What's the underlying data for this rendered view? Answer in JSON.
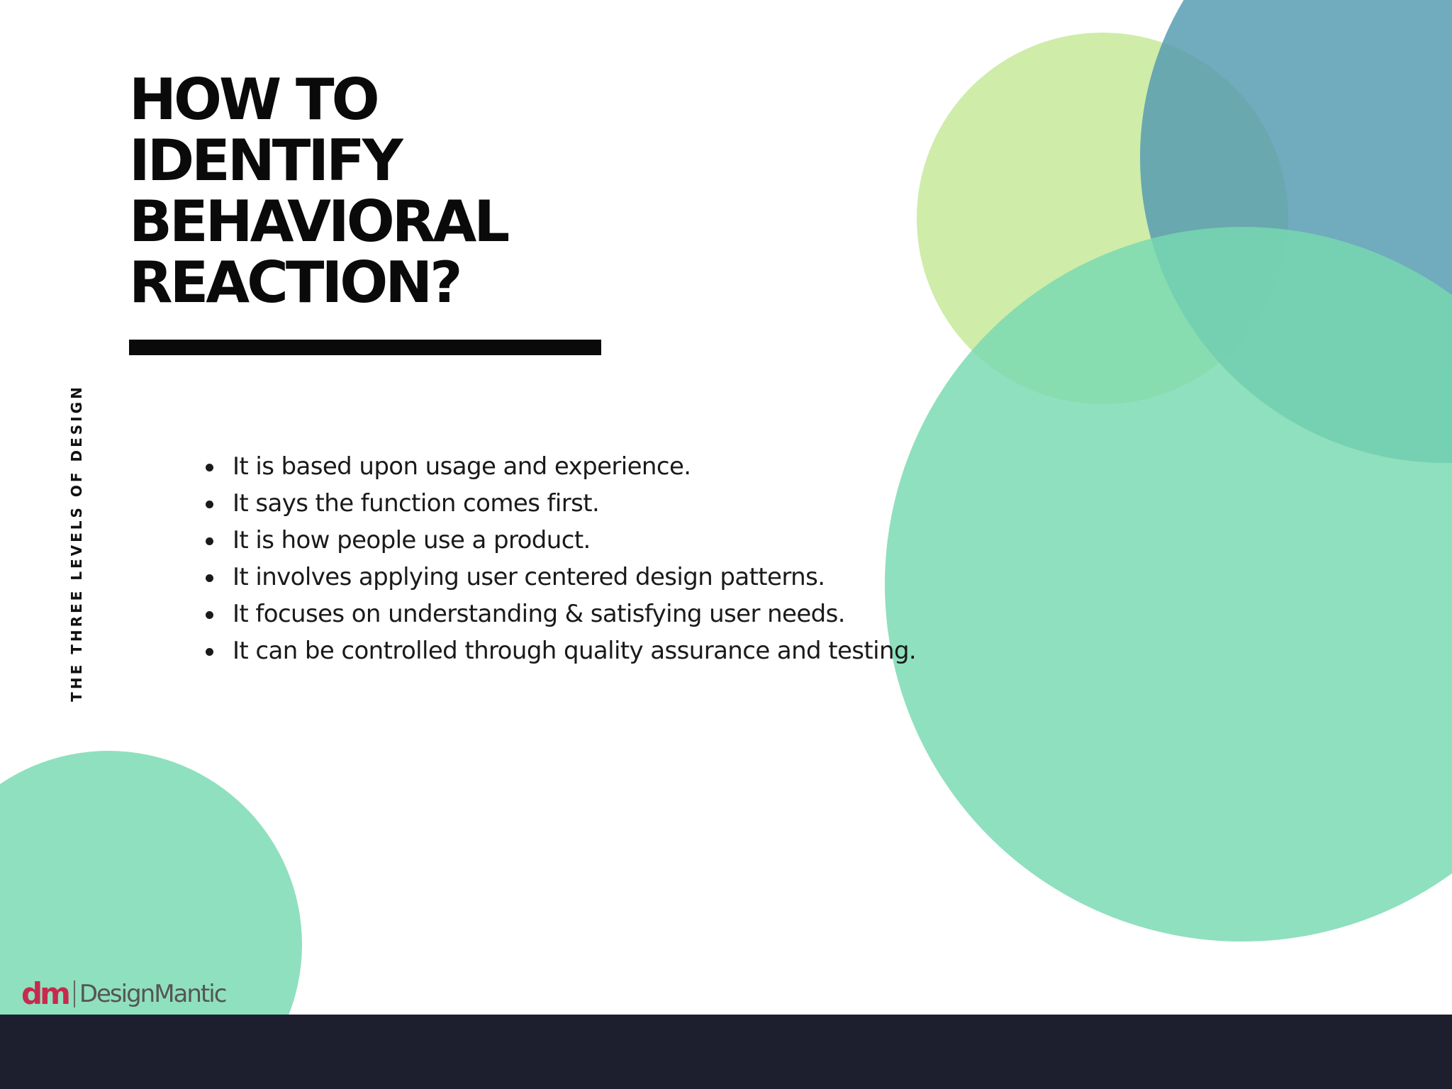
{
  "colors": {
    "background": "#ffffff",
    "lime_circle": "#c4e896",
    "blue_circle": "#5298b0",
    "mint_circle": "#76d9b0",
    "title_text": "#0a0a0a",
    "logo_accent": "#c72a4e",
    "footer_bar": "#1d1e2e"
  },
  "title": {
    "lines": [
      "HOW TO",
      "IDENTIFY",
      "BEHAVIORAL",
      "REACTION?"
    ]
  },
  "side_label": "THE THREE LEVELS OF DESIGN",
  "bullets": [
    "It is based upon usage and experience.",
    "It says the function comes first.",
    "It is how people use a product.",
    "It involves applying user centered design patterns.",
    "It focuses on understanding & satisfying user needs.",
    "It can be controlled through quality assurance and testing."
  ],
  "logo": {
    "mark": "dm",
    "text": "DesignMantic"
  }
}
